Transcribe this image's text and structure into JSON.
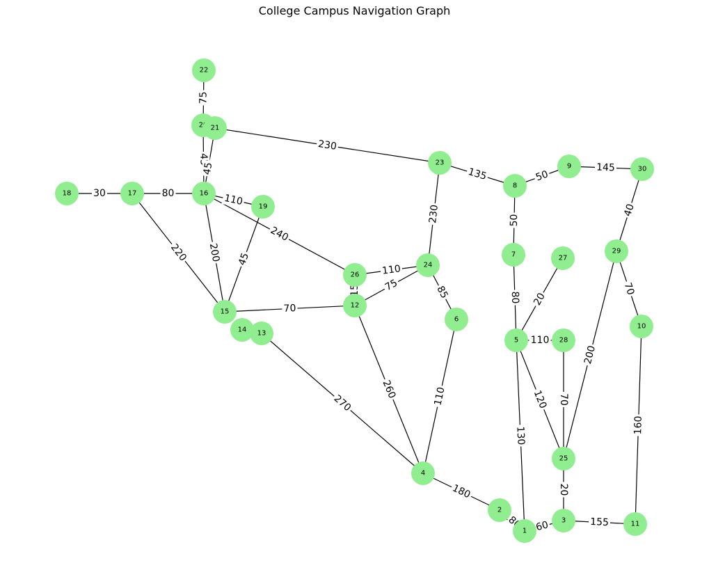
{
  "title": "College Campus Navigation Graph",
  "colors": {
    "node": "#90ee90",
    "edge": "#000000",
    "label": "#000000"
  },
  "nodes": [
    "1",
    "2",
    "3",
    "4",
    "5",
    "6",
    "7",
    "8",
    "9",
    "10",
    "11",
    "12",
    "13",
    "14",
    "15",
    "16",
    "17",
    "18",
    "19",
    "20",
    "21",
    "22",
    "23",
    "24",
    "25",
    "26",
    "27",
    "28",
    "29",
    "30"
  ],
  "edges": [
    {
      "source": "18",
      "target": "17",
      "weight": "30"
    },
    {
      "source": "17",
      "target": "16",
      "weight": "80"
    },
    {
      "source": "17",
      "target": "15",
      "weight": "220"
    },
    {
      "source": "16",
      "target": "20",
      "weight": "45"
    },
    {
      "source": "16",
      "target": "21",
      "weight": "45"
    },
    {
      "source": "16",
      "target": "19",
      "weight": "110"
    },
    {
      "source": "16",
      "target": "15",
      "weight": "200"
    },
    {
      "source": "16",
      "target": "26",
      "weight": "240"
    },
    {
      "source": "22",
      "target": "20",
      "weight": "75"
    },
    {
      "source": "21",
      "target": "23",
      "weight": "230"
    },
    {
      "source": "19",
      "target": "15",
      "weight": "45"
    },
    {
      "source": "15",
      "target": "12",
      "weight": "70"
    },
    {
      "source": "13",
      "target": "4",
      "weight": "270"
    },
    {
      "source": "12",
      "target": "24",
      "weight": "75"
    },
    {
      "source": "12",
      "target": "4",
      "weight": "260"
    },
    {
      "source": "12",
      "target": "26",
      "weight": "15"
    },
    {
      "source": "26",
      "target": "24",
      "weight": "110"
    },
    {
      "source": "24",
      "target": "23",
      "weight": "230"
    },
    {
      "source": "24",
      "target": "6",
      "weight": "85"
    },
    {
      "source": "23",
      "target": "8",
      "weight": "135"
    },
    {
      "source": "6",
      "target": "4",
      "weight": "110"
    },
    {
      "source": "8",
      "target": "9",
      "weight": "50"
    },
    {
      "source": "8",
      "target": "7",
      "weight": "50"
    },
    {
      "source": "9",
      "target": "30",
      "weight": "145"
    },
    {
      "source": "7",
      "target": "5",
      "weight": "80"
    },
    {
      "source": "27",
      "target": "5",
      "weight": "20"
    },
    {
      "source": "5",
      "target": "28",
      "weight": "110"
    },
    {
      "source": "5",
      "target": "25",
      "weight": "120"
    },
    {
      "source": "5",
      "target": "1",
      "weight": "130"
    },
    {
      "source": "28",
      "target": "25",
      "weight": "70"
    },
    {
      "source": "29",
      "target": "25",
      "weight": "200"
    },
    {
      "source": "29",
      "target": "10",
      "weight": "70"
    },
    {
      "source": "30",
      "target": "29",
      "weight": "40"
    },
    {
      "source": "10",
      "target": "11",
      "weight": "160"
    },
    {
      "source": "4",
      "target": "2",
      "weight": "180"
    },
    {
      "source": "2",
      "target": "1",
      "weight": "180"
    },
    {
      "source": "25",
      "target": "3",
      "weight": "20"
    },
    {
      "source": "1",
      "target": "3",
      "weight": "60"
    },
    {
      "source": "3",
      "target": "11",
      "weight": "155"
    }
  ]
}
